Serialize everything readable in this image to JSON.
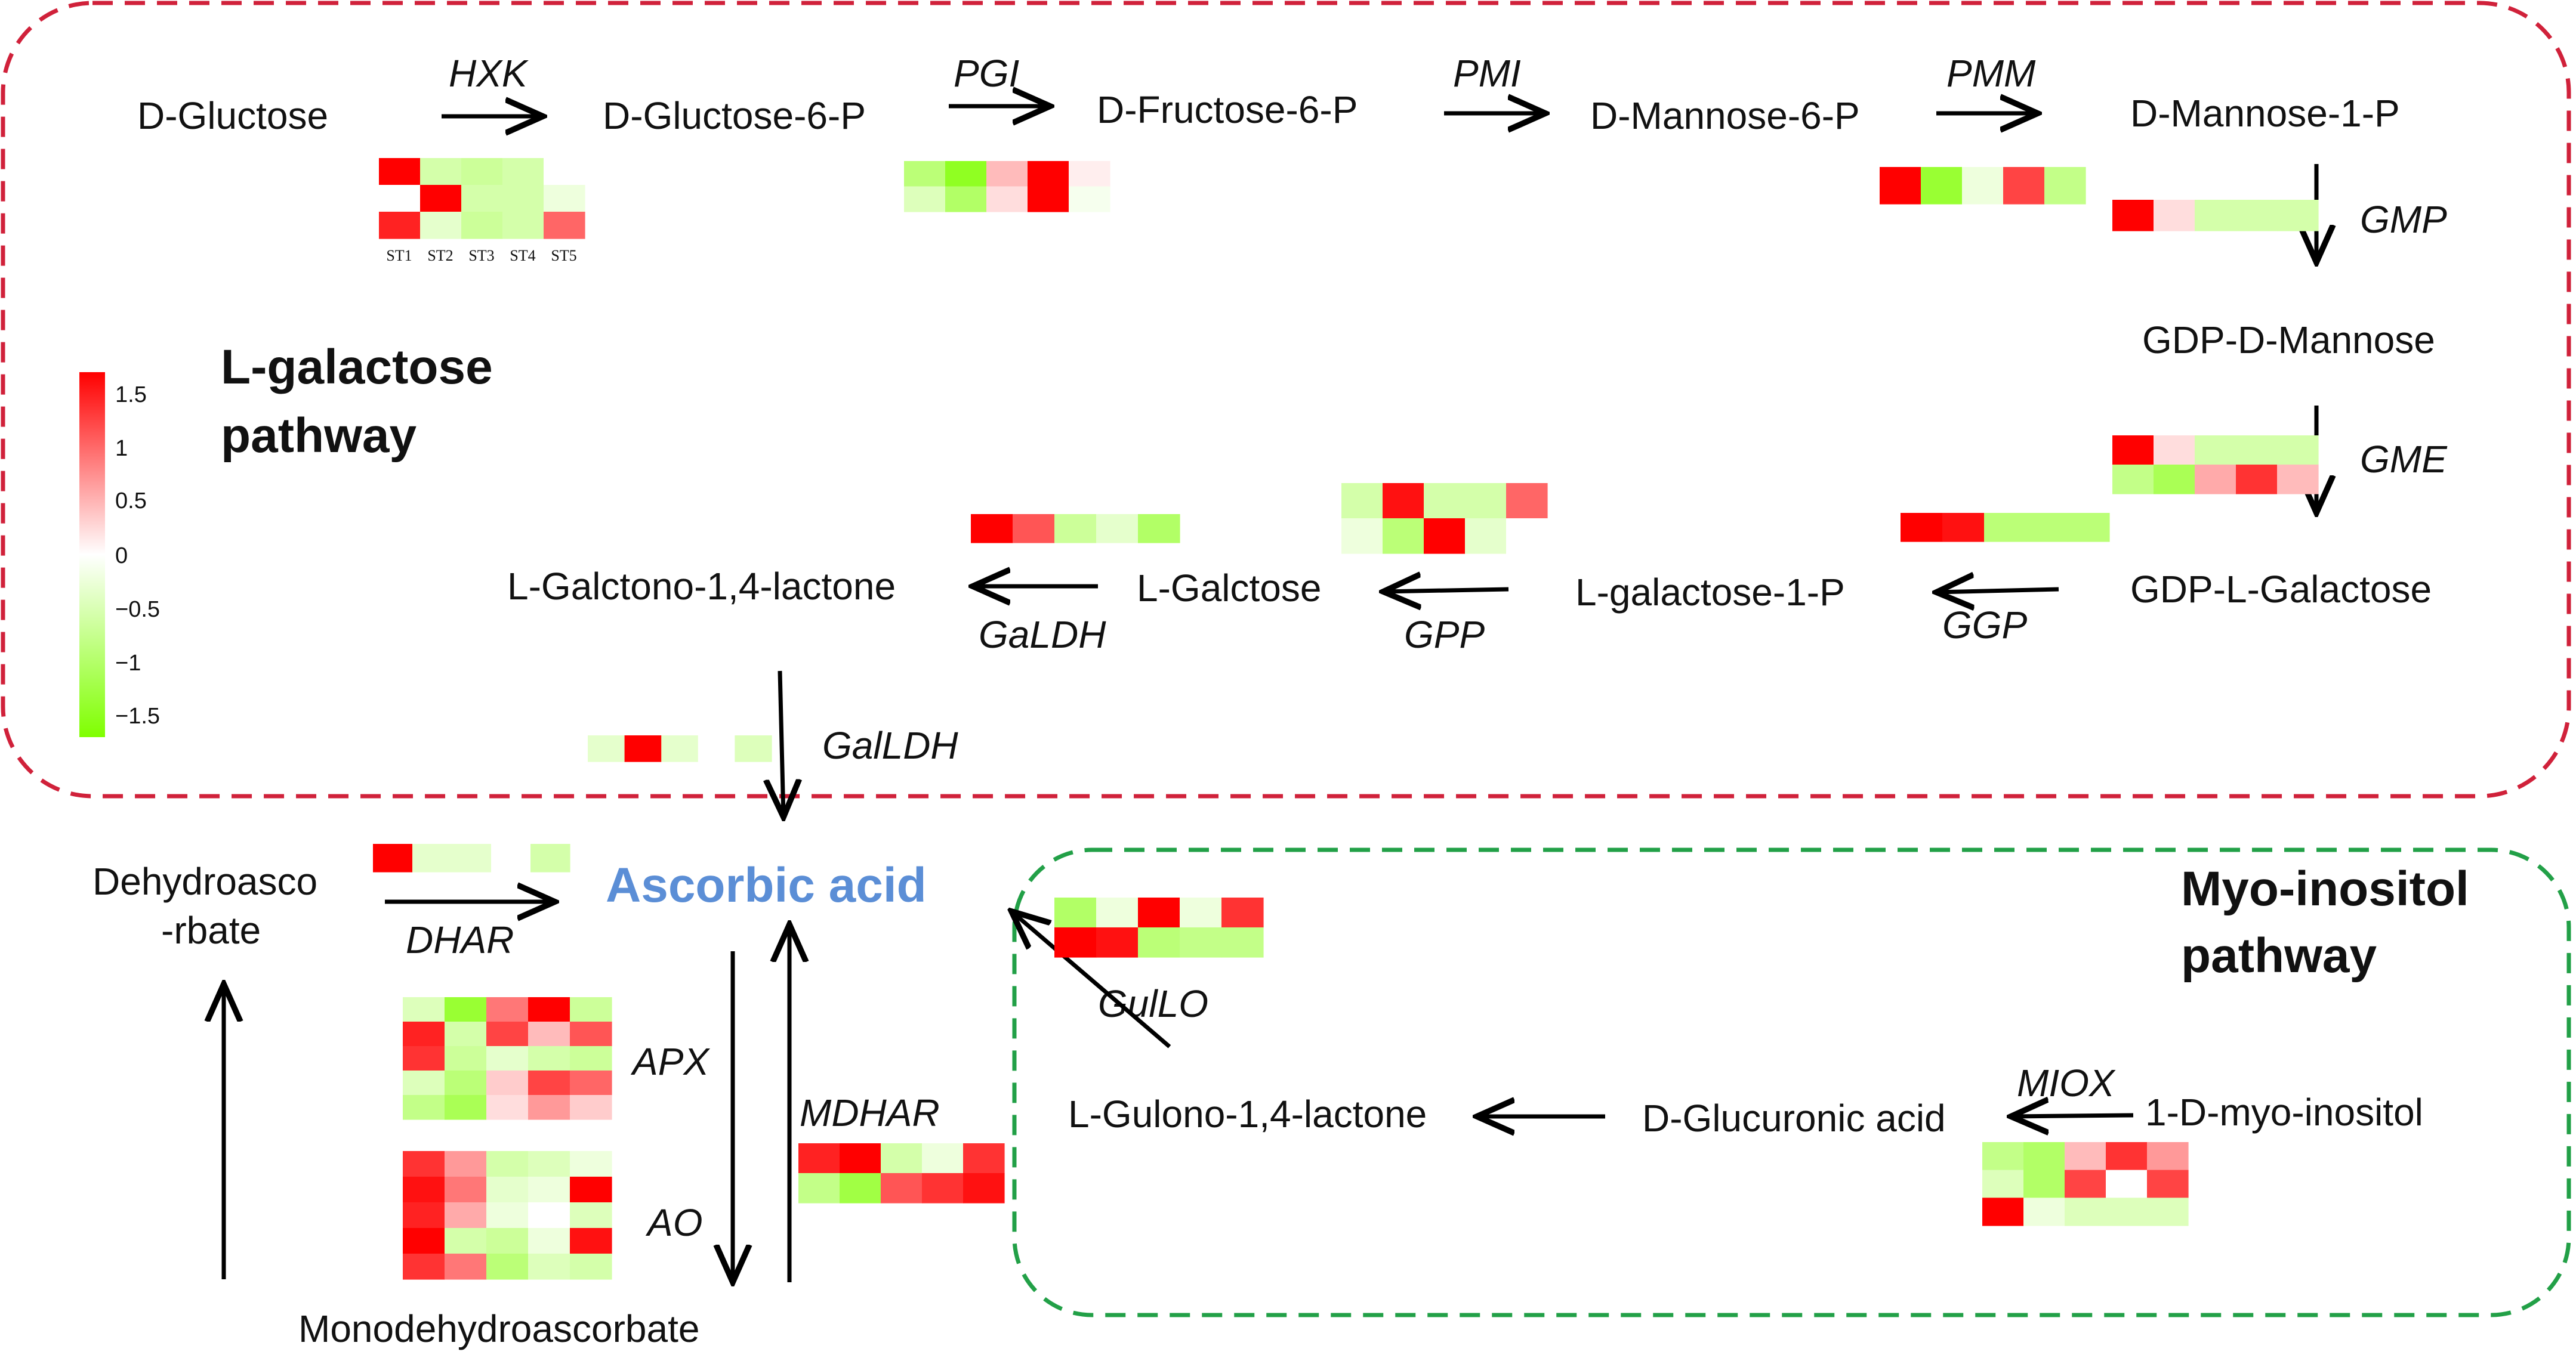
{
  "pathways": {
    "lgal_title_line1": "L-galactose",
    "lgal_title_line2": "pathway",
    "myo_title_line1": "Myo-inositol",
    "myo_title_line2": "pathway"
  },
  "colors": {
    "lgal_border": "#d0213a",
    "myo_border": "#22a047",
    "ascorbic_text": "#5b8ed6",
    "scale_high": "#ff0000",
    "scale_mid": "#ffffff",
    "scale_low": "#7fff00"
  },
  "metabolites": {
    "d_glucose": "D-Gluctose",
    "d_glucose_6p": "D-Gluctose-6-P",
    "d_fructose_6p": "D-Fructose-6-P",
    "d_mannose_6p": "D-Mannose-6-P",
    "d_mannose_1p": "D-Mannose-1-P",
    "gdp_d_mannose": "GDP-D-Mannose",
    "gdp_l_galactose": "GDP-L-Galactose",
    "l_galactose_1p": "L-galactose-1-P",
    "l_galactose": "L-Galctose",
    "l_galactono_lactone": "L-Galctono-1,4-lactone",
    "ascorbic_acid": "Ascorbic acid",
    "dehydroascorbate_line1": "Dehydroasco",
    "dehydroascorbate_line2": "-rbate",
    "monodehydroascorbate": "Monodehydroascorbate",
    "l_gulono_lactone": "L-Gulono-1,4-lactone",
    "d_glucuronic_acid": "D-Glucuronic acid",
    "myo_inositol": "1-D-myo-inositol"
  },
  "enzymes": {
    "hxk": "HXK",
    "pgi": "PGI",
    "pmi": "PMI",
    "pmm": "PMM",
    "gmp": "GMP",
    "gme": "GME",
    "ggp": "GGP",
    "gpp": "GPP",
    "galdh": "GaLDH",
    "galldh": "GalLDH",
    "dhar": "DHAR",
    "apx": "APX",
    "ao": "AO",
    "mdhar": "MDHAR",
    "gullo": "GulLO",
    "miox": "MIOX"
  },
  "legend": {
    "scale_max": 1.5,
    "scale_min": -1.5,
    "tick_labels": [
      "1.5",
      "1",
      "0.5",
      "0",
      "−0.5",
      "−1",
      "−1.5"
    ],
    "sample_labels": [
      "ST1",
      "ST2",
      "ST3",
      "ST4",
      "ST5"
    ]
  },
  "heatmaps": {
    "hxk": [
      [
        1.5,
        -0.5,
        -0.6,
        -0.5,
        0.0
      ],
      [
        0.0,
        1.5,
        -0.5,
        -0.5,
        -0.2
      ],
      [
        1.3,
        -0.3,
        -0.6,
        -0.5,
        0.9
      ]
    ],
    "pgi": [
      [
        -0.8,
        -1.3,
        0.4,
        1.5,
        0.1
      ],
      [
        -0.4,
        -0.9,
        0.2,
        1.5,
        -0.1
      ]
    ],
    "pmm": [
      [
        1.5,
        -1.2,
        -0.2,
        1.1,
        -0.7
      ]
    ],
    "gmp": [
      [
        1.5,
        0.2,
        -0.5,
        -0.5,
        -0.5
      ]
    ],
    "gme": [
      [
        1.5,
        0.2,
        -0.5,
        -0.5,
        -0.5
      ],
      [
        -0.7,
        -1.0,
        0.5,
        1.2,
        0.4
      ]
    ],
    "ggp": [
      [
        1.5,
        1.4,
        -0.8,
        -0.8,
        -0.8
      ]
    ],
    "gpp": [
      [
        -0.5,
        1.4,
        -0.5,
        -0.5,
        0.9
      ],
      [
        -0.2,
        -0.8,
        1.5,
        -0.3,
        0.0
      ]
    ],
    "galdh": [
      [
        1.5,
        1.0,
        -0.6,
        -0.3,
        -0.9
      ]
    ],
    "galldh": [
      [
        -0.3,
        1.5,
        -0.3,
        0.0,
        -0.4
      ]
    ],
    "dhar": [
      [
        1.5,
        -0.3,
        -0.3,
        0.0,
        -0.5
      ]
    ],
    "apx": [
      [
        -0.4,
        -1.2,
        0.8,
        1.5,
        -0.6
      ],
      [
        1.3,
        -0.5,
        1.1,
        0.4,
        1.0
      ],
      [
        1.2,
        -0.6,
        -0.3,
        -0.5,
        -0.6
      ],
      [
        -0.4,
        -0.8,
        0.3,
        1.1,
        0.9
      ],
      [
        -0.7,
        -1.0,
        0.2,
        0.6,
        0.3
      ]
    ],
    "ao": [
      [
        1.2,
        0.6,
        -0.5,
        -0.4,
        -0.2
      ],
      [
        1.4,
        0.8,
        -0.3,
        -0.2,
        1.5
      ],
      [
        1.3,
        0.5,
        -0.2,
        0.0,
        -0.4
      ],
      [
        1.5,
        -0.5,
        -0.6,
        -0.2,
        1.4
      ],
      [
        1.2,
        0.8,
        -0.8,
        -0.4,
        -0.5
      ]
    ],
    "mdhar": [
      [
        1.3,
        1.5,
        -0.5,
        -0.2,
        1.2
      ],
      [
        -0.7,
        -1.1,
        1.0,
        1.2,
        1.4
      ]
    ],
    "gullo": [
      [
        -0.9,
        -0.2,
        1.5,
        -0.2,
        1.2
      ],
      [
        1.5,
        1.4,
        -0.8,
        -0.7,
        -0.7
      ]
    ],
    "miox": [
      [
        -0.7,
        -0.9,
        0.4,
        1.2,
        0.6
      ],
      [
        -0.4,
        -0.9,
        1.1,
        0.0,
        1.1
      ],
      [
        1.5,
        -0.2,
        -0.4,
        -0.4,
        -0.4
      ]
    ]
  }
}
